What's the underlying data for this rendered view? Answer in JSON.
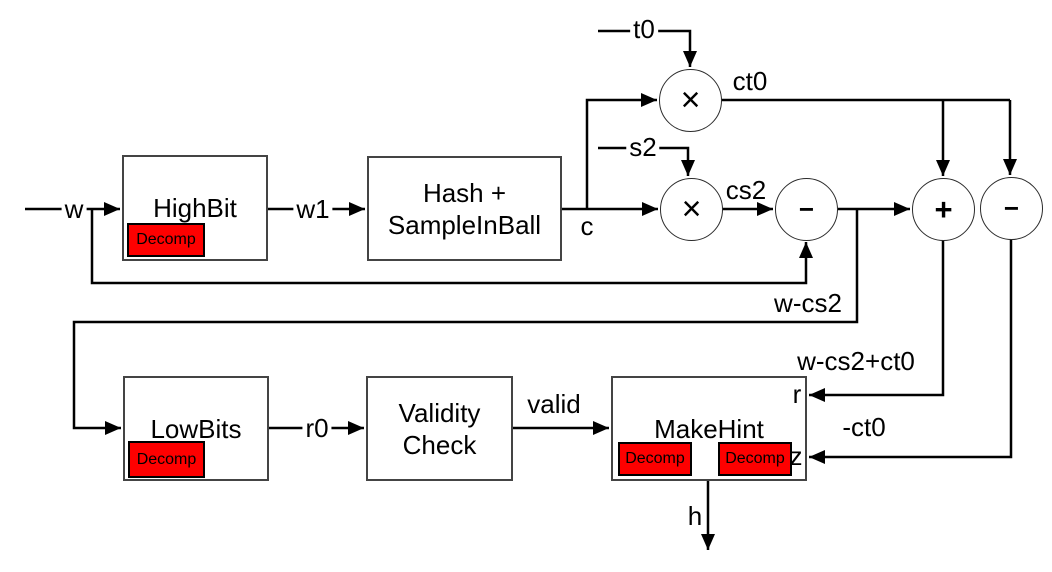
{
  "diagram": {
    "background": "#ffffff",
    "line_color": "#000000",
    "accent_red": "#fe0000"
  },
  "blocks": {
    "highbit": {
      "label": "HighBit",
      "sub": "Decomp"
    },
    "hash": {
      "line1": "Hash +",
      "line2": "SampleInBall"
    },
    "lowbits": {
      "label": "LowBits",
      "sub": "Decomp"
    },
    "validity": {
      "line1": "Validity",
      "line2": "Check"
    },
    "makehint": {
      "label": "MakeHint",
      "sub1": "Decomp",
      "sub2": "Decomp"
    }
  },
  "operators": {
    "mult_t0": "×",
    "mult_s2": "×",
    "sub_w": "−",
    "add_ct0": "+",
    "sub_ct0": "−"
  },
  "signals": {
    "w": "w",
    "w1": "w1",
    "t0": "t0",
    "ct0": "ct0",
    "s2": "s2",
    "c": "c",
    "cs2": "cs2",
    "w_cs2": "w-cs2",
    "r0": "r0",
    "valid": "valid",
    "w_cs2_ct0": "w-cs2+ct0",
    "r": "r",
    "neg_ct0": "-ct0",
    "z": "z",
    "h": "h"
  }
}
